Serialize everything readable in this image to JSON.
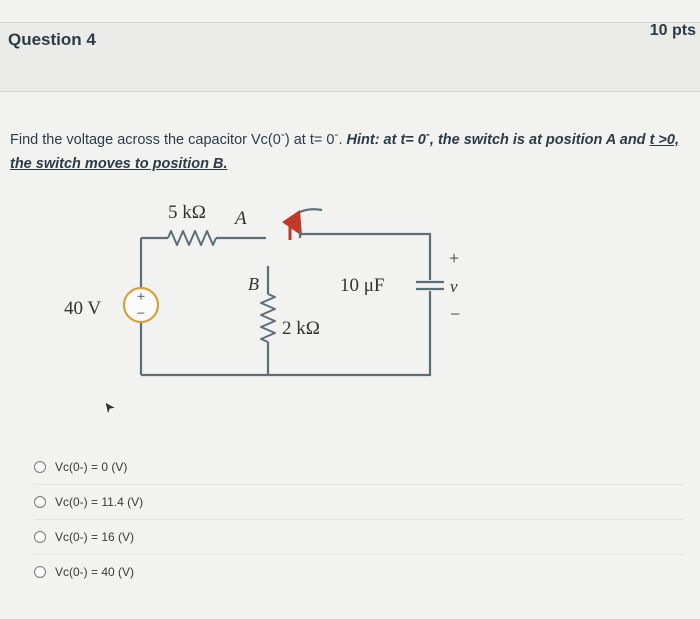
{
  "question": {
    "title": "Question 4",
    "points": "10 pts",
    "text_main": "Find the voltage across the capacitor Vc(0",
    "sup1": "-",
    "text_mid": ") at t= 0",
    "sup2": "-",
    "text_dot": ". ",
    "hint_a": "Hint: at t= 0",
    "sup3": "-",
    "hint_b": ", the switch is at position A and ",
    "hint_c": "t >0,",
    "hint_d": "the switch moves to position B."
  },
  "circuit": {
    "r1_label": "5 kΩ",
    "pos_a": "A",
    "pos_b": "B",
    "source_label": "40 V",
    "cap_label": "10 μF",
    "r2_label": "2 kΩ",
    "plus": "+",
    "v_label": "v",
    "minus": "−",
    "src_plus": "+",
    "src_minus": "−"
  },
  "answers": [
    {
      "label": "Vc(0-) = 0 (V)"
    },
    {
      "label": "Vc(0-) = 11.4 (V)"
    },
    {
      "label": "Vc(0-) = 16 (V)"
    },
    {
      "label": "Vc(0-) = 40 (V)"
    }
  ],
  "colors": {
    "wire": "#5c6e78",
    "switch": "#c0392b",
    "source_ring": "#d4a23a"
  }
}
